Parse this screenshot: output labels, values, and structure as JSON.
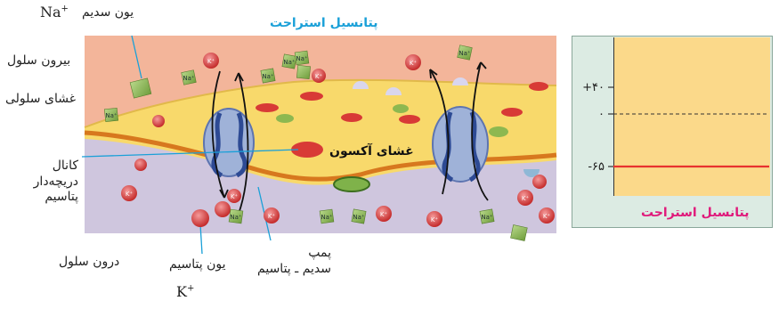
{
  "diagram": {
    "title": "پتانسیل استراحت",
    "axon_label": "غشای آکسون",
    "ion_k": "K",
    "ion_na": "Na",
    "ion_charge": "+",
    "labels": {
      "sodium_ion": "یون سدیم",
      "outside_cell": "بیرون سلول",
      "cell_membrane": "غشای سلولی",
      "channel_line1": "کانال",
      "channel_line2": "دریچه‌دار",
      "channel_line3": "پتاسیم",
      "inside_cell": "درون سلول",
      "potassium_ion": "یون پتاسیم",
      "pump_line1": "پمپ",
      "pump_line2": "سدیم ـ پتاسیم"
    }
  },
  "chart": {
    "label": "پتانسیل استراحت",
    "ticks": [
      "+۴۰",
      "۰",
      "-۶۵"
    ],
    "colors": {
      "background": "#fbd98a",
      "panel": "#dcebe3",
      "line": "#e8322e",
      "accent": "#e0187a"
    }
  },
  "chart_data": {
    "type": "line",
    "y_ticks": [
      40,
      0,
      -65
    ],
    "y_tick_labels": [
      "+۴۰",
      "۰",
      "-۶۵"
    ],
    "series": [
      {
        "values": [
          -65
        ]
      }
    ],
    "reference_lines": [
      {
        "y": 0,
        "style": "dashed"
      }
    ],
    "x_label": "پتانسیل استراحت"
  }
}
